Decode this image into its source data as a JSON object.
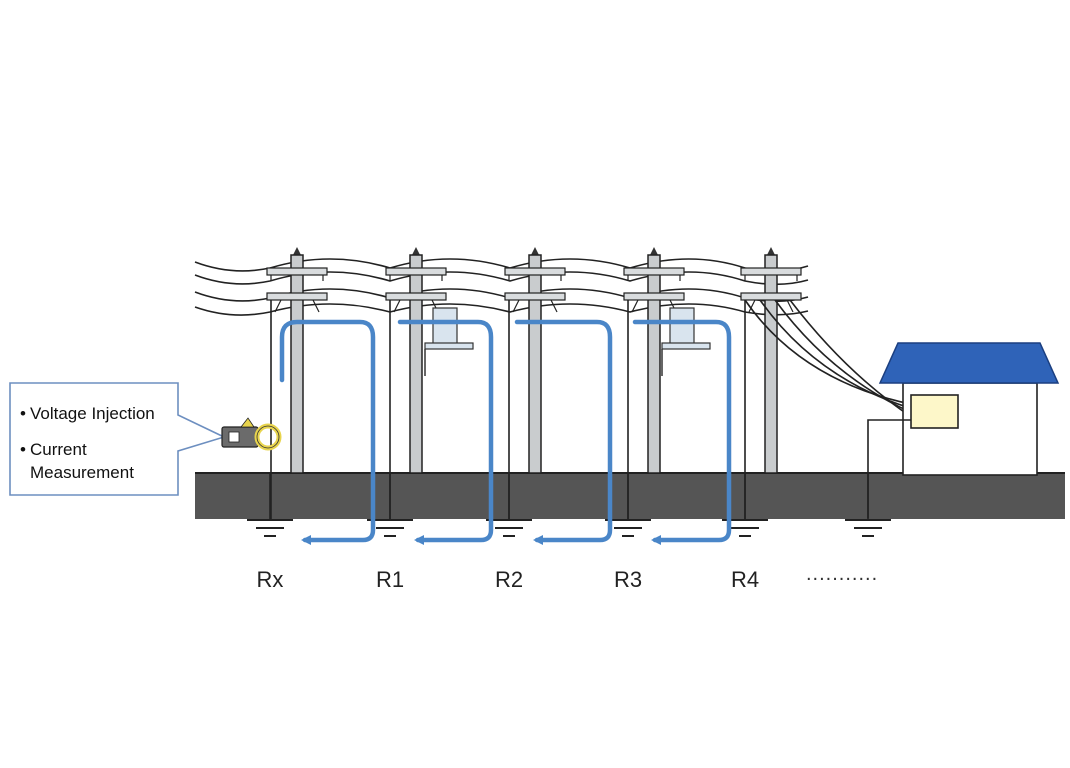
{
  "callout": {
    "bullet": "•",
    "items": [
      "Voltage Injection",
      "Current",
      "Measurement"
    ]
  },
  "ground_labels": [
    "Rx",
    "R1",
    "R2",
    "R3",
    "R4"
  ],
  "continuation": "...........",
  "colors": {
    "current_path": "#4a86c8",
    "ground_strip": "#555555",
    "roof": "#2f63b8",
    "meter_box": "#fdf7c9",
    "clamp_ring": "#e8d44d",
    "callout_border": "#6d8fc0"
  },
  "icons": [
    "clamp-meter-icon",
    "house-icon",
    "meter-box-icon",
    "utility-pole-icon",
    "ground-symbol-icon"
  ]
}
